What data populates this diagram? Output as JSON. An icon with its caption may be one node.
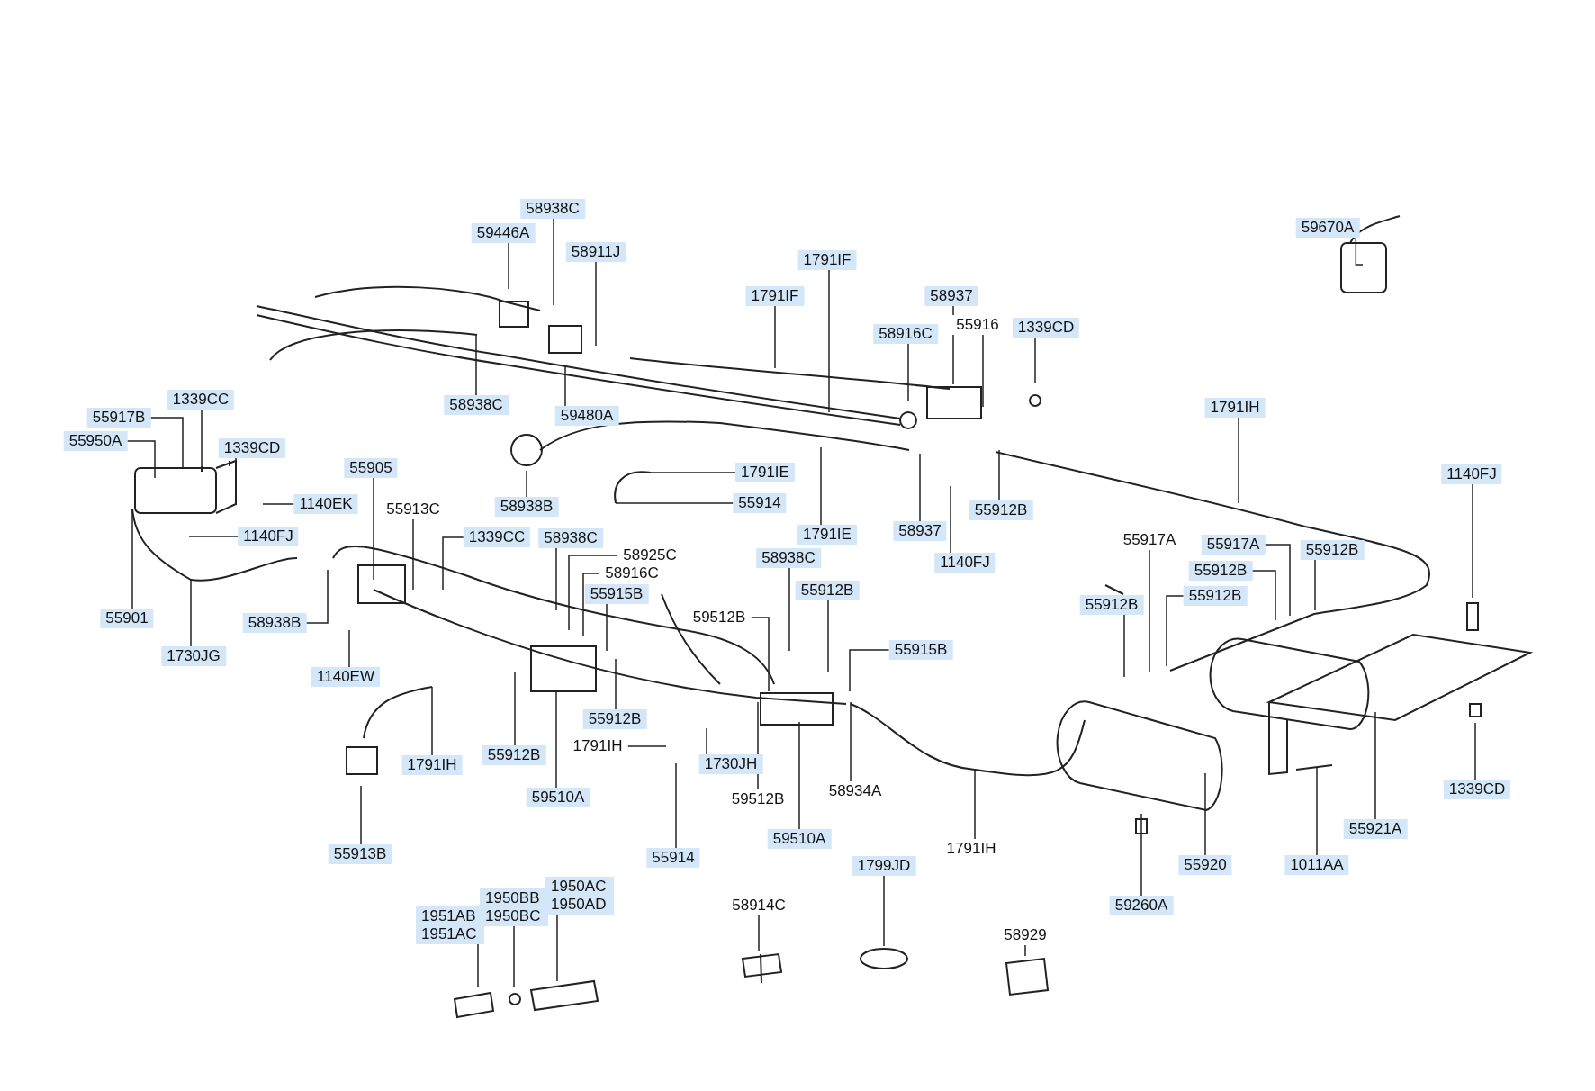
{
  "diagram": {
    "nodes": [
      {
        "text": [
          "58938C"
        ]
      },
      {
        "text": [
          "59446A"
        ]
      },
      {
        "text": [
          "58911J"
        ]
      },
      {
        "text": [
          "1791IF"
        ]
      },
      {
        "text": [
          "1791IF"
        ]
      },
      {
        "text": [
          "58937"
        ]
      },
      {
        "text": [
          "58916C"
        ]
      },
      {
        "text": [
          "55916"
        ]
      },
      {
        "text": [
          "1339CD"
        ]
      },
      {
        "text": [
          "59670A"
        ]
      },
      {
        "text": [
          "58938C"
        ]
      },
      {
        "text": [
          "59480A"
        ]
      },
      {
        "text": [
          "1339CC"
        ]
      },
      {
        "text": [
          "55917B"
        ]
      },
      {
        "text": [
          "55950A"
        ]
      },
      {
        "text": [
          "1339CD"
        ]
      },
      {
        "text": [
          "1791IH"
        ]
      },
      {
        "text": [
          "1140EK"
        ]
      },
      {
        "text": [
          "1140FJ"
        ]
      },
      {
        "text": [
          "55905"
        ]
      },
      {
        "text": [
          "55913C"
        ]
      },
      {
        "text": [
          "1339CC"
        ]
      },
      {
        "text": [
          "58938C"
        ]
      },
      {
        "text": [
          "58925C"
        ]
      },
      {
        "text": [
          "58916C"
        ]
      },
      {
        "text": [
          "55915B"
        ]
      },
      {
        "text": [
          "58938B"
        ]
      },
      {
        "text": [
          "1791IE"
        ]
      },
      {
        "text": [
          "55914"
        ]
      },
      {
        "text": [
          "1791IE"
        ]
      },
      {
        "text": [
          "58937"
        ]
      },
      {
        "text": [
          "55912B"
        ]
      },
      {
        "text": [
          "1140FJ"
        ]
      },
      {
        "text": [
          "58938C"
        ]
      },
      {
        "text": [
          "55912B"
        ]
      },
      {
        "text": [
          "59512B"
        ]
      },
      {
        "text": [
          "55915B"
        ]
      },
      {
        "text": [
          "55901"
        ]
      },
      {
        "text": [
          "58938B"
        ]
      },
      {
        "text": [
          "1730JG"
        ]
      },
      {
        "text": [
          "1140EW"
        ]
      },
      {
        "text": [
          "55912B"
        ]
      },
      {
        "text": [
          "1791IH"
        ]
      },
      {
        "text": [
          "1730JH"
        ]
      },
      {
        "text": [
          "1791IH"
        ]
      },
      {
        "text": [
          "55912B"
        ]
      },
      {
        "text": [
          "59510A"
        ]
      },
      {
        "text": [
          "59512B"
        ]
      },
      {
        "text": [
          "58934A"
        ]
      },
      {
        "text": [
          "1791IH"
        ]
      },
      {
        "text": [
          "55913B"
        ]
      },
      {
        "text": [
          "55914"
        ]
      },
      {
        "text": [
          "59510A"
        ]
      },
      {
        "text": [
          "1799JD"
        ]
      },
      {
        "text": [
          "58914C"
        ]
      },
      {
        "text": [
          "58929"
        ]
      },
      {
        "text": [
          "1951AB 1951AC"
        ]
      },
      {
        "text": [
          "1950BB 1950BC"
        ]
      },
      {
        "text": [
          "1950AC 1950AD"
        ]
      },
      {
        "text": [
          "55917A"
        ]
      },
      {
        "text": [
          "55917A"
        ]
      },
      {
        "text": [
          "55912B"
        ]
      },
      {
        "text": [
          "55912B"
        ]
      },
      {
        "text": [
          "55912B"
        ]
      },
      {
        "text": [
          "55912B"
        ]
      },
      {
        "text": [
          "1140FJ"
        ]
      },
      {
        "text": [
          "1339CD"
        ]
      },
      {
        "text": [
          "55921A"
        ]
      },
      {
        "text": [
          "1011AA"
        ]
      },
      {
        "text": [
          "55920"
        ]
      },
      {
        "text": [
          "59260A"
        ]
      }
    ],
    "edges": [
      {
        "from": 0,
        "to": null,
        "arrow": "none"
      },
      {
        "from": 1,
        "to": null,
        "arrow": "none"
      },
      {
        "from": 2,
        "to": null,
        "arrow": "none"
      },
      {
        "from": 3,
        "to": null,
        "arrow": "none"
      },
      {
        "from": 4,
        "to": null,
        "arrow": "none"
      },
      {
        "from": 5,
        "to": null,
        "arrow": "none"
      },
      {
        "from": 6,
        "to": null,
        "arrow": "none"
      },
      {
        "from": 7,
        "to": null,
        "arrow": "none"
      },
      {
        "from": 8,
        "to": null,
        "arrow": "none"
      },
      {
        "from": 9,
        "to": null,
        "arrow": "none"
      },
      {
        "from": 10,
        "to": null,
        "arrow": "none"
      },
      {
        "from": 11,
        "to": null,
        "arrow": "none"
      },
      {
        "from": 12,
        "to": null,
        "arrow": "none"
      },
      {
        "from": 13,
        "to": null,
        "arrow": "none"
      },
      {
        "from": 14,
        "to": null,
        "arrow": "none"
      },
      {
        "from": 15,
        "to": null,
        "arrow": "none"
      },
      {
        "from": 16,
        "to": null,
        "arrow": "none"
      },
      {
        "from": 17,
        "to": null,
        "arrow": "none"
      },
      {
        "from": 18,
        "to": null,
        "arrow": "none"
      },
      {
        "from": 19,
        "to": null,
        "arrow": "none"
      },
      {
        "from": 20,
        "to": null,
        "arrow": "none"
      },
      {
        "from": 21,
        "to": null,
        "arrow": "none"
      },
      {
        "from": 22,
        "to": null,
        "arrow": "none"
      },
      {
        "from": 23,
        "to": null,
        "arrow": "none"
      },
      {
        "from": 24,
        "to": null,
        "arrow": "none"
      },
      {
        "from": 25,
        "to": null,
        "arrow": "none"
      },
      {
        "from": 26,
        "to": null,
        "arrow": "none"
      },
      {
        "from": 27,
        "to": null,
        "arrow": "none"
      },
      {
        "from": 28,
        "to": null,
        "arrow": "none"
      },
      {
        "from": 29,
        "to": null,
        "arrow": "none"
      },
      {
        "from": 30,
        "to": null,
        "arrow": "none"
      },
      {
        "from": 31,
        "to": null,
        "arrow": "none"
      },
      {
        "from": 32,
        "to": null,
        "arrow": "none"
      },
      {
        "from": 33,
        "to": null,
        "arrow": "none"
      },
      {
        "from": 34,
        "to": null,
        "arrow": "none"
      },
      {
        "from": 35,
        "to": null,
        "arrow": "none"
      },
      {
        "from": 36,
        "to": null,
        "arrow": "none"
      },
      {
        "from": 37,
        "to": null,
        "arrow": "none"
      },
      {
        "from": 38,
        "to": null,
        "arrow": "none"
      },
      {
        "from": 39,
        "to": null,
        "arrow": "none"
      },
      {
        "from": 40,
        "to": null,
        "arrow": "none"
      },
      {
        "from": 41,
        "to": null,
        "arrow": "none"
      },
      {
        "from": 42,
        "to": null,
        "arrow": "none"
      },
      {
        "from": 43,
        "to": null,
        "arrow": "none"
      },
      {
        "from": 44,
        "to": null,
        "arrow": "none"
      },
      {
        "from": 45,
        "to": null,
        "arrow": "none"
      },
      {
        "from": 46,
        "to": null,
        "arrow": "none"
      },
      {
        "from": 47,
        "to": null,
        "arrow": "none"
      },
      {
        "from": 48,
        "to": null,
        "arrow": "none"
      },
      {
        "from": 49,
        "to": null,
        "arrow": "none"
      },
      {
        "from": 50,
        "to": null,
        "arrow": "none"
      },
      {
        "from": 51,
        "to": null,
        "arrow": "none"
      },
      {
        "from": 52,
        "to": null,
        "arrow": "none"
      },
      {
        "from": 53,
        "to": null,
        "arrow": "none"
      },
      {
        "from": 54,
        "to": null,
        "arrow": "none"
      },
      {
        "from": 55,
        "to": null,
        "arrow": "none"
      },
      {
        "from": 56,
        "to": null,
        "arrow": "none"
      },
      {
        "from": 57,
        "to": null,
        "arrow": "none"
      },
      {
        "from": 58,
        "to": null,
        "arrow": "none"
      },
      {
        "from": 59,
        "to": null,
        "arrow": "none"
      },
      {
        "from": 60,
        "to": null,
        "arrow": "none"
      },
      {
        "from": 61,
        "to": null,
        "arrow": "none"
      },
      {
        "from": 62,
        "to": null,
        "arrow": "none"
      },
      {
        "from": 63,
        "to": null,
        "arrow": "none"
      },
      {
        "from": 64,
        "to": null,
        "arrow": "none"
      },
      {
        "from": 65,
        "to": null,
        "arrow": "none"
      },
      {
        "from": 66,
        "to": null,
        "arrow": "none"
      },
      {
        "from": 67,
        "to": null,
        "arrow": "none"
      },
      {
        "from": 68,
        "to": null,
        "arrow": "none"
      },
      {
        "from": 69,
        "to": null,
        "arrow": "none"
      },
      {
        "from": 70,
        "to": null,
        "arrow": "none"
      }
    ]
  }
}
